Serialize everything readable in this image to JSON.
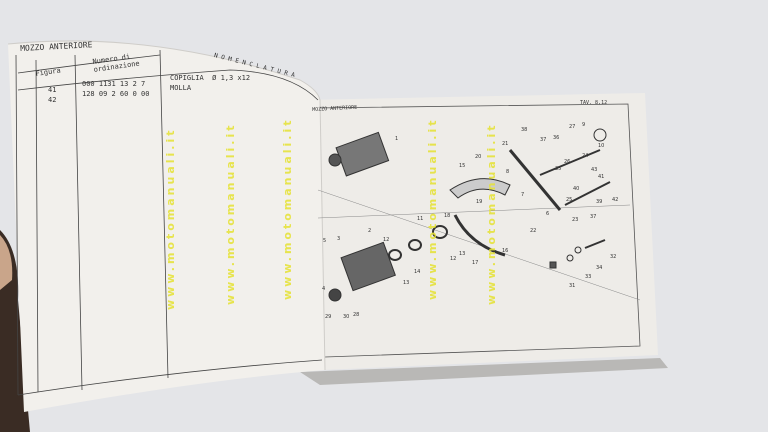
{
  "left_page": {
    "section_title": "MOZZO ANTERIORE",
    "headers": {
      "figura": "Figura",
      "numero": "Numero di\nordinazione",
      "nomenclatura": "N O M E N C L A T U R A"
    },
    "rows": [
      {
        "figura": "41",
        "numero": "000 1131 13 2 7",
        "descrizione": "COPIGLIA  Ø 1,3 x12"
      },
      {
        "figura": "42",
        "numero": "128 09 2 60 0 00",
        "descrizione": "MOLLA"
      }
    ]
  },
  "right_page": {
    "section_title": "MOZZO ANTERIORE",
    "plate": "TAV. 8,12",
    "callouts": [
      "1",
      "2",
      "3",
      "5",
      "4",
      "29",
      "30",
      "28",
      "12",
      "13",
      "14",
      "11",
      "12",
      "13",
      "18",
      "15",
      "19",
      "16",
      "17",
      "20",
      "21",
      "8",
      "7",
      "6",
      "22",
      "38",
      "37",
      "36",
      "27",
      "9",
      "10",
      "24",
      "26",
      "35",
      "40",
      "25",
      "23",
      "43",
      "41",
      "42",
      "39",
      "37",
      "32",
      "34",
      "33",
      "31"
    ]
  },
  "watermark": "www.motomanuali.it",
  "colors": {
    "background": "#e4e5e8",
    "paper": "#eeece8",
    "watermark": "#e6e33c",
    "ink": "#333333"
  }
}
